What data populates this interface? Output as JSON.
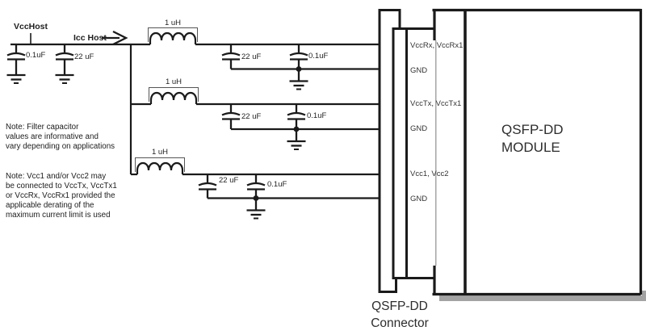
{
  "colors": {
    "line": "#1a1a1a",
    "text": "#1f1f1f",
    "shadow": "#a3a3a3"
  },
  "host": {
    "vcc_label": "VccHost",
    "icc_label": "Icc Host",
    "bypass_cap": "0.1uF",
    "bulk_cap": "22 uF"
  },
  "branches": [
    {
      "inductor": "1 uH",
      "bulk_cap": "22 uF",
      "bypass_cap": "0.1uF"
    },
    {
      "inductor": "1 uH",
      "bulk_cap": "22 uF",
      "bypass_cap": "0.1uF"
    },
    {
      "inductor": "1 uH",
      "bulk_cap": "22 uF",
      "bypass_cap": "0.1uF"
    }
  ],
  "notes": {
    "note1": "Note: Filter capacitor\nvalues are informative and\nvary depending on applications",
    "note2": "Note: Vcc1 and/or Vcc2 may\nbe connected to VccTx, VccTx1\nor VccRx, VccRx1 provided the\napplicable derating of the\nmaximum current limit is used"
  },
  "connector": {
    "label": "QSFP-DD\nConnector",
    "pins": [
      "VccRx, VccRx1",
      "GND",
      "VccTx, VccTx1",
      "GND",
      "Vcc1, Vcc2",
      "GND"
    ]
  },
  "module": {
    "label": "QSFP-DD\nMODULE"
  }
}
